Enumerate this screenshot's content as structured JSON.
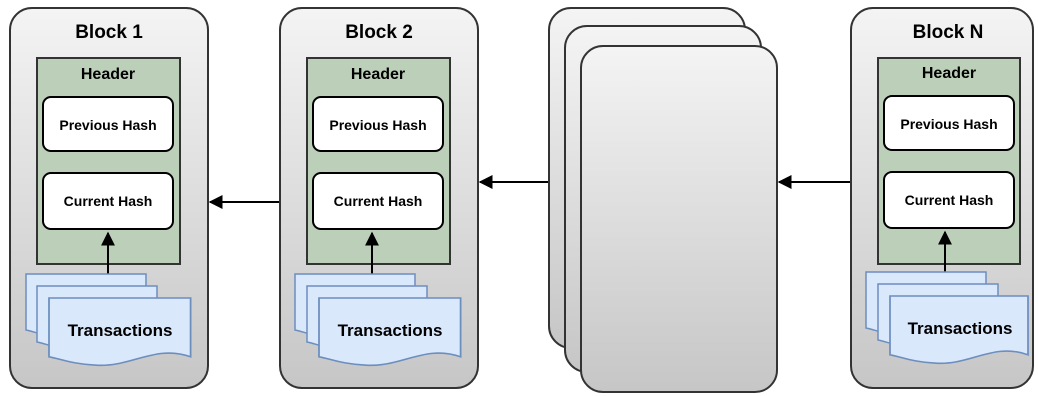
{
  "blocks": [
    {
      "title": "Block 1",
      "header": "Header",
      "previous_hash": "Previous Hash",
      "current_hash": "Current Hash",
      "transactions": "Transactions"
    },
    {
      "title": "Block 2",
      "header": "Header",
      "previous_hash": "Previous Hash",
      "current_hash": "Current Hash",
      "transactions": "Transactions"
    },
    {
      "title": "Block N",
      "header": "Header",
      "previous_hash": "Previous Hash",
      "current_hash": "Current Hash",
      "transactions": "Transactions"
    }
  ],
  "colors": {
    "block_fill_top": "#f2f2f2",
    "block_fill_bottom": "#c8c8c8",
    "header_fill": "#bccfb9",
    "transactions_fill": "#dae8fc",
    "transactions_stroke": "#6c8ebf",
    "stroke": "#333333"
  }
}
